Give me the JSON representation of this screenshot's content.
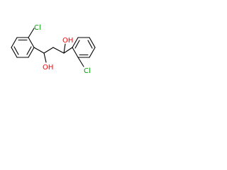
{
  "molecule": {
    "labels": {
      "cl_top": "Cl",
      "oh_upper": "OH",
      "oh_lower": "OH",
      "cl_right": "Cl"
    },
    "colors": {
      "bond": "#000000",
      "chlorine": "#00a000",
      "oxygen": "#ff0000",
      "background": "#ffffff"
    }
  }
}
